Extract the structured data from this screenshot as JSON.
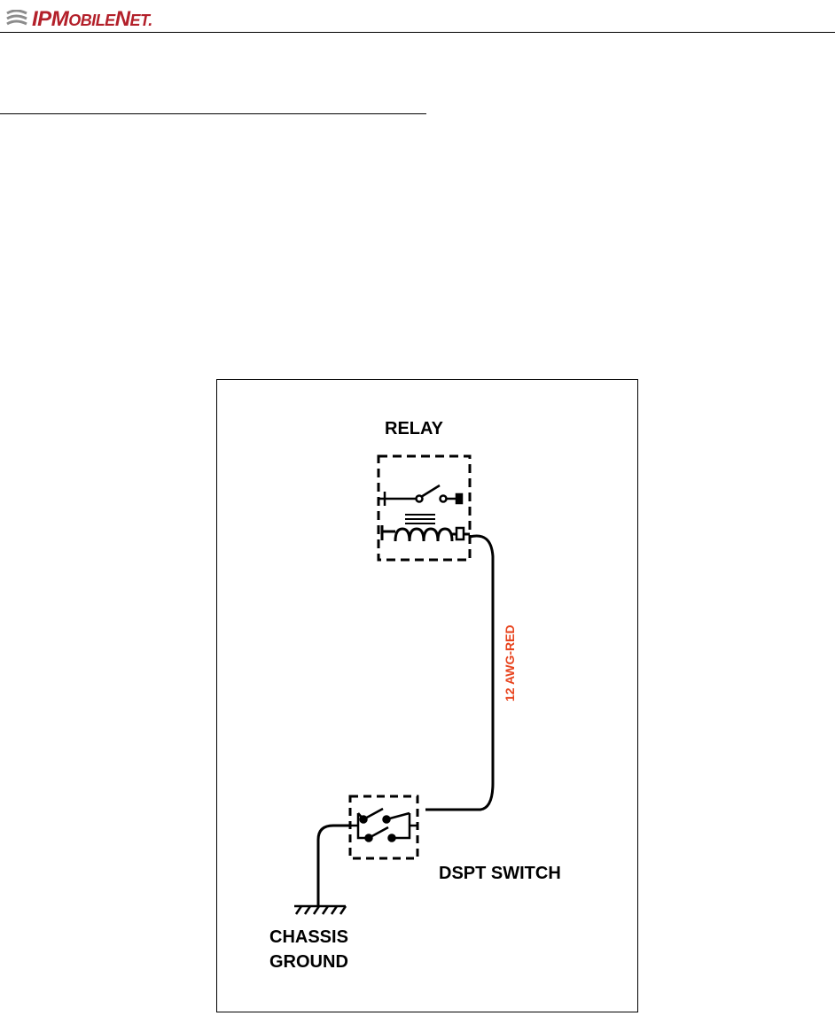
{
  "header": {
    "logo_text_ip": "IP",
    "logo_text_m": "M",
    "logo_text_obile": "OBILE",
    "logo_text_n": "N",
    "logo_text_et": "ET",
    "logo_tm": ".",
    "logo_icon": "ipmobilenet-swoosh-icon"
  },
  "diagram": {
    "relay_label": "RELAY",
    "wire_label": "12 AWG-RED",
    "switch_label": "DSPT SWITCH",
    "ground_label_line1": "CHASSIS",
    "ground_label_line2": "GROUND",
    "colors": {
      "wire_label": "#e8441e",
      "brand": "#b3202a"
    }
  }
}
